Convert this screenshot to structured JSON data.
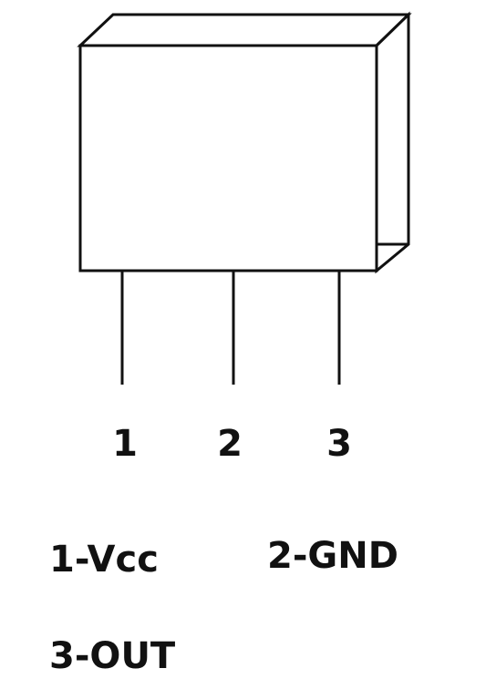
{
  "component": {
    "pins": [
      {
        "number": "1"
      },
      {
        "number": "2"
      },
      {
        "number": "3"
      }
    ]
  },
  "legend": {
    "pin1": "1-Vcc",
    "pin2": "2-GND",
    "pin3": "3-OUT"
  }
}
